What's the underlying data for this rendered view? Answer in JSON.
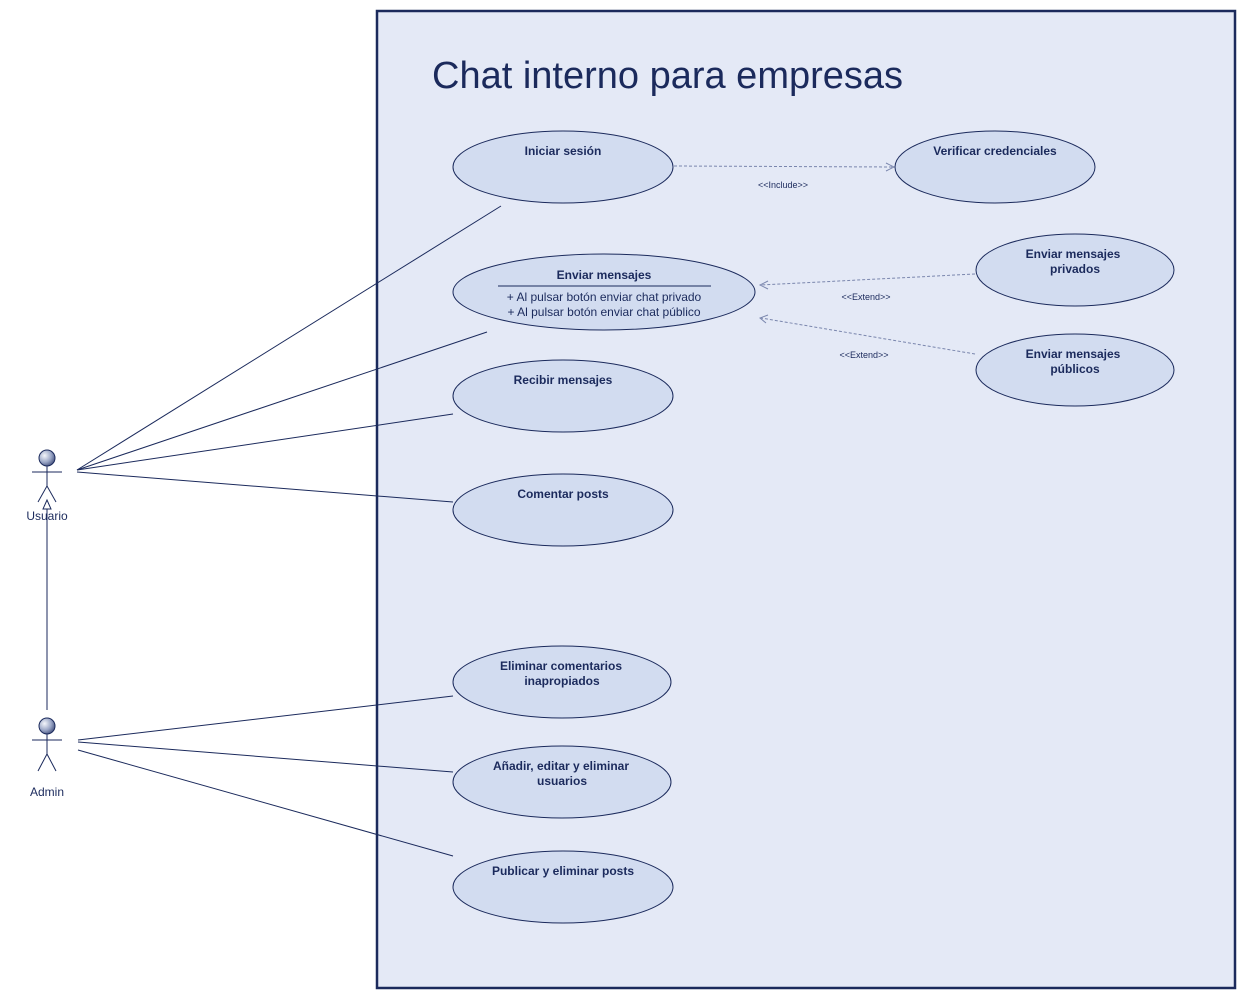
{
  "system": {
    "title": "Chat interno para empresas"
  },
  "actors": {
    "usuario": {
      "label": "Usuario"
    },
    "admin": {
      "label": "Admin"
    }
  },
  "use_cases": {
    "iniciar_sesion": {
      "label": "Iniciar sesión"
    },
    "verificar_credenciales": {
      "label": "Verificar credenciales"
    },
    "enviar_mensajes": {
      "label": "Enviar mensajes",
      "extension_points": [
        "+ Al pulsar botón enviar chat privado",
        "+ Al pulsar botón enviar chat público"
      ]
    },
    "enviar_privados": {
      "line1": "Enviar mensajes",
      "line2": "privados"
    },
    "enviar_publicos": {
      "line1": "Enviar mensajes",
      "line2": "públicos"
    },
    "recibir_mensajes": {
      "label": "Recibir mensajes"
    },
    "comentar_posts": {
      "label": "Comentar posts"
    },
    "eliminar_comentarios": {
      "line1": "Eliminar comentarios",
      "line2": "inapropiados"
    },
    "gestionar_usuarios": {
      "line1": "Añadir, editar y eliminar",
      "line2": "usuarios"
    },
    "publicar_posts": {
      "label": "Publicar y eliminar posts"
    }
  },
  "relationships": {
    "include_label": "<<Include>>",
    "extend_label_1": "<<Extend>>",
    "extend_label_2": "<<Extend>>"
  },
  "colors": {
    "system_fill": "#e4e9f6",
    "system_border": "#1b2a5c",
    "usecase_fill": "#d2dcf0",
    "line": "#1b2a5c",
    "dashed": "#7a86ad"
  }
}
